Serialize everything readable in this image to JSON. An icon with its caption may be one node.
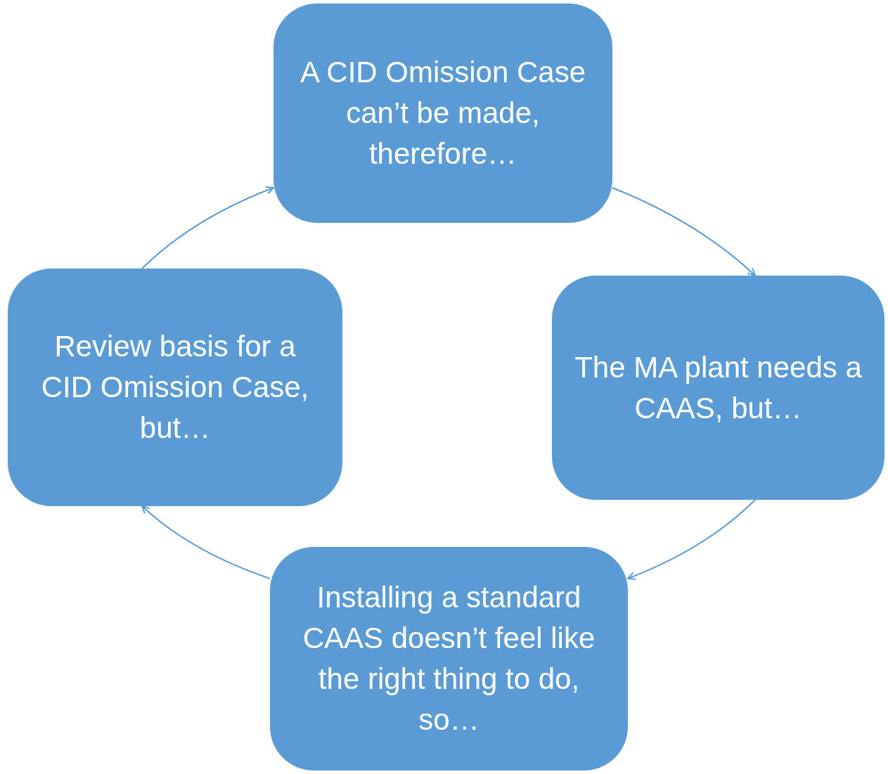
{
  "diagram": {
    "nodes": [
      {
        "text": [
          "A CID Omission Case can’t be made, therefore…"
        ]
      },
      {
        "text": [
          "The MA plant needs a CAAS, but…"
        ]
      },
      {
        "text": [
          "Installing a standard CAAS doesn’t feel like the right thing to do, so…"
        ]
      },
      {
        "text": [
          "Review basis for a CID Omission Case, but…"
        ]
      }
    ],
    "edges": [
      {
        "from": 0,
        "to": 1,
        "arrow": "to"
      },
      {
        "from": 1,
        "to": 2,
        "arrow": "to"
      },
      {
        "from": 2,
        "to": 3,
        "arrow": "to"
      },
      {
        "from": 3,
        "to": 0,
        "arrow": "to"
      }
    ]
  }
}
